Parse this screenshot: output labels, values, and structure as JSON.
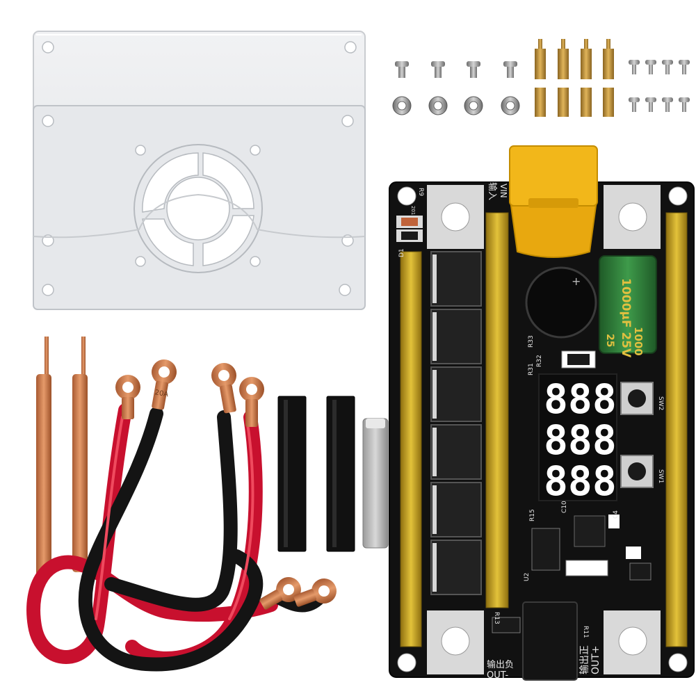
{
  "product": {
    "board": {
      "display_digits": [
        "888",
        "888",
        "888"
      ],
      "input_label_cn": "输入",
      "input_label_en": "VIN",
      "output_pos_label_cn": "输出正",
      "output_pos_label_en": "OUT+",
      "output_neg_label_cn": "输出负",
      "output_neg_label_en": "OUT-",
      "capacitor_text": "1000μF 25V",
      "capacitor_text_2": "1000",
      "capacitor_text_3": "25",
      "button_top_label": "SW2",
      "button_bottom_label": "SW1",
      "silk_r9": "R9",
      "silk_d1": "D1",
      "silk_r33": "R33",
      "silk_r32": "R32",
      "silk_r31": "R31",
      "silk_r15": "R15",
      "silk_c10": "C10",
      "silk_u2": "U2",
      "silk_c4": "C4",
      "silk_r13": "R13",
      "silk_r11": "R11",
      "silk_201": "201"
    },
    "lug_label": "20A",
    "colors": {
      "pcb": "#111111",
      "gold_bus": "#c9a227",
      "xt60": "#f2b71a",
      "red_wire": "#c8102e",
      "black_wire": "#1a1a1a",
      "copper": "#c87a4a",
      "cap_green": "#2f7a3a"
    }
  }
}
